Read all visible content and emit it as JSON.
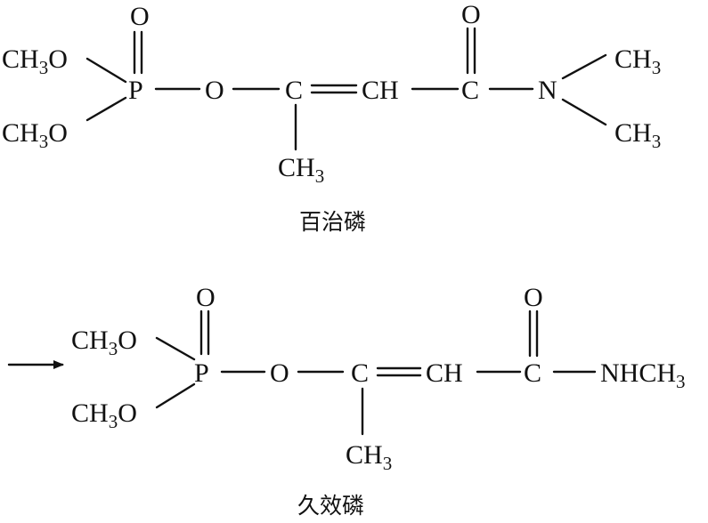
{
  "compounds": [
    {
      "name": "百治磷",
      "ester_groups": [
        {
          "base": "CH",
          "sub": "3",
          "tail": "O"
        },
        {
          "base": "CH",
          "sub": "3",
          "tail": "O"
        }
      ],
      "phosphorus": "P",
      "phosphoryl_oxygen": "O",
      "bridge_oxygen": "O",
      "vinyl_carbon": "C",
      "methine": "CH",
      "carbonyl_carbon": "C",
      "carbonyl_oxygen": "O",
      "methyl_branch": {
        "base": "CH",
        "sub": "3"
      },
      "amide": {
        "atom": "N",
        "methyls": [
          {
            "base": "CH",
            "sub": "3"
          },
          {
            "base": "CH",
            "sub": "3"
          }
        ]
      }
    },
    {
      "name": "久效磷",
      "ester_groups": [
        {
          "base": "CH",
          "sub": "3",
          "tail": "O"
        },
        {
          "base": "CH",
          "sub": "3",
          "tail": "O"
        }
      ],
      "phosphorus": "P",
      "phosphoryl_oxygen": "O",
      "bridge_oxygen": "O",
      "vinyl_carbon": "C",
      "methine": "CH",
      "carbonyl_carbon": "C",
      "carbonyl_oxygen": "O",
      "methyl_branch": {
        "base": "CH",
        "sub": "3"
      },
      "amide": {
        "base": "NHCH",
        "sub": "3"
      }
    }
  ],
  "reaction_arrow": "right-arrow"
}
